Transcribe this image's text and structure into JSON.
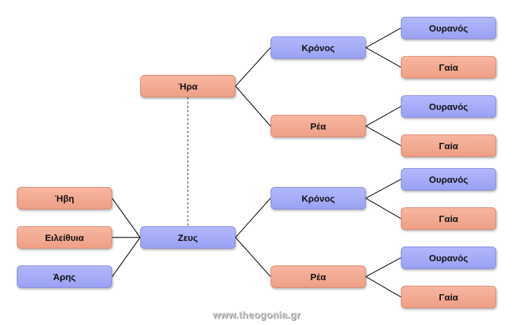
{
  "diagram": {
    "spouse": "Ήρα",
    "center": "Ζευς",
    "children": [
      "Ήβη",
      "Ειλείθυια",
      "Άρης"
    ],
    "hera_parents": [
      "Κρόνος",
      "Ρέα"
    ],
    "zeus_parents": [
      "Κρόνος",
      "Ρέα"
    ],
    "grandparents": [
      [
        "Ουρανός",
        "Γαία"
      ],
      [
        "Ουρανός",
        "Γαία"
      ],
      [
        "Ουρανός",
        "Γαία"
      ],
      [
        "Ουρανός",
        "Γαία"
      ]
    ]
  },
  "colors": {
    "male": "#a3a9f6",
    "female": "#f4ad96",
    "lines": "#000000"
  },
  "watermark": "www.theogonia.gr"
}
